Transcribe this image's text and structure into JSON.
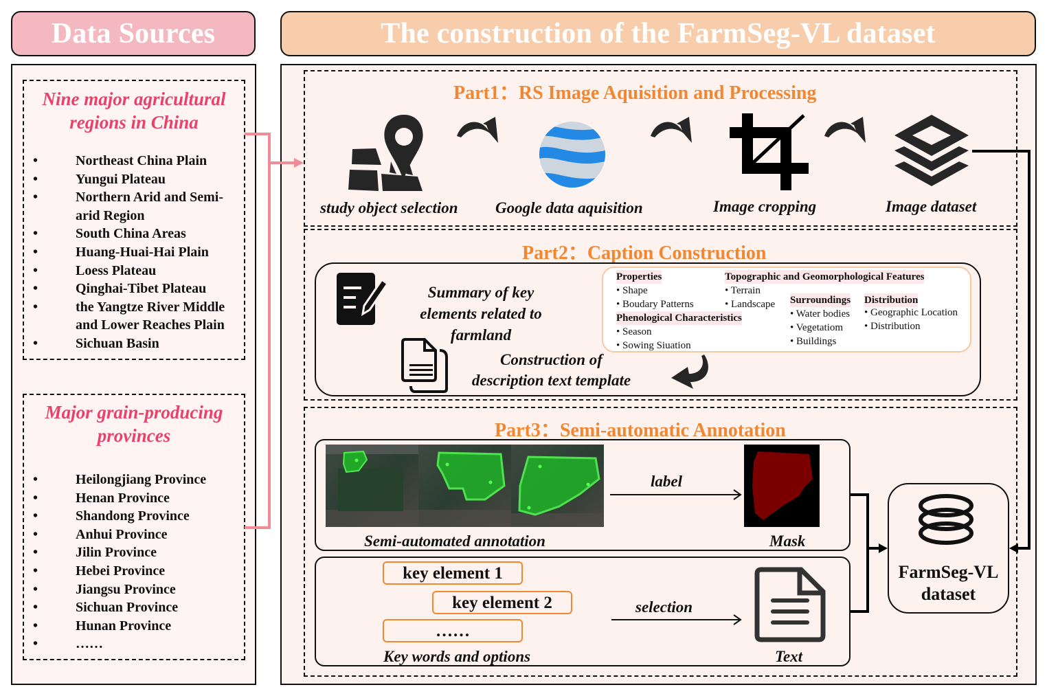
{
  "headers": {
    "left": "Data Sources",
    "right": "The construction of the FarmSeg-VL dataset"
  },
  "data_sources": {
    "regions": {
      "title_line1": "Nine major agricultural",
      "title_line2": "regions in China",
      "items": [
        "Northeast China Plain",
        "Yungui Plateau",
        "Northern Arid and Semi-",
        "arid Region",
        "South China Areas",
        "Huang-Huai-Hai Plain",
        "Loess Plateau",
        "Qinghai-Tibet Plateau",
        "the Yangtze River Middle",
        "and Lower Reaches Plain",
        "Sichuan Basin"
      ]
    },
    "provinces": {
      "title_line1": "Major grain-producing",
      "title_line2": "provinces",
      "items": [
        "Heilongjiang Province",
        "Henan Province",
        "Shandong Province",
        "Anhui Province",
        "Jilin Province",
        "Hebei Province",
        "Jiangsu Province",
        "Sichuan Province",
        "Hunan Province",
        "……"
      ]
    }
  },
  "part1": {
    "title": "Part1：RS Image Aquisition and Processing",
    "steps": [
      {
        "label": "study object selection",
        "icon": "map-pin-icon"
      },
      {
        "label": "Google data aquisition",
        "icon": "google-earth-icon"
      },
      {
        "label": "Image cropping",
        "icon": "crop-icon"
      },
      {
        "label": "Image dataset",
        "icon": "layers-icon"
      }
    ]
  },
  "part2": {
    "title": "Part2：Caption Construction",
    "summary_line1": "Summary of key",
    "summary_line2": "elements related to",
    "summary_line3": "farmland",
    "template_line1": "Construction of",
    "template_line2": "description text template",
    "properties": {
      "properties_h": "Properties",
      "shape": "• Shape",
      "boundary": "• Boudary Patterns",
      "topo_h": "Topographic and Geomorphological Features",
      "terrain": "• Terrain",
      "landscape": "• Landscape",
      "pheno_h": "Phenological Characteristics",
      "season": "• Season",
      "sowing": "• Sowing Siuation",
      "surround_h": "Surroundings",
      "water": "• Water bodies",
      "vegetation": "• Vegetatiom",
      "buildings": "• Buildings",
      "distrib_h": "Distribution",
      "geo": "• Geographic Location",
      "distribution": "• Distribution"
    }
  },
  "part3": {
    "title": "Part3：Semi-automatic Annotation",
    "annotation_caption": "Semi-automated annotation",
    "label_arrow": "label",
    "mask_caption": "Mask",
    "key_elements": [
      "key element 1",
      "key element 2",
      "……"
    ],
    "keywords_caption": "Key words and options",
    "selection_arrow": "selection",
    "text_caption": "Text",
    "dataset_line1": "FarmSeg-VL",
    "dataset_line2": "dataset"
  },
  "colors": {
    "header_left": "#f4b8c1",
    "header_right": "#f7cdab",
    "accent_pink": "#e8416a",
    "accent_orange": "#ef8733",
    "connector_pink": "#f08b98",
    "mask_red": "#7a0000",
    "earth_blue": "#2389e4"
  }
}
